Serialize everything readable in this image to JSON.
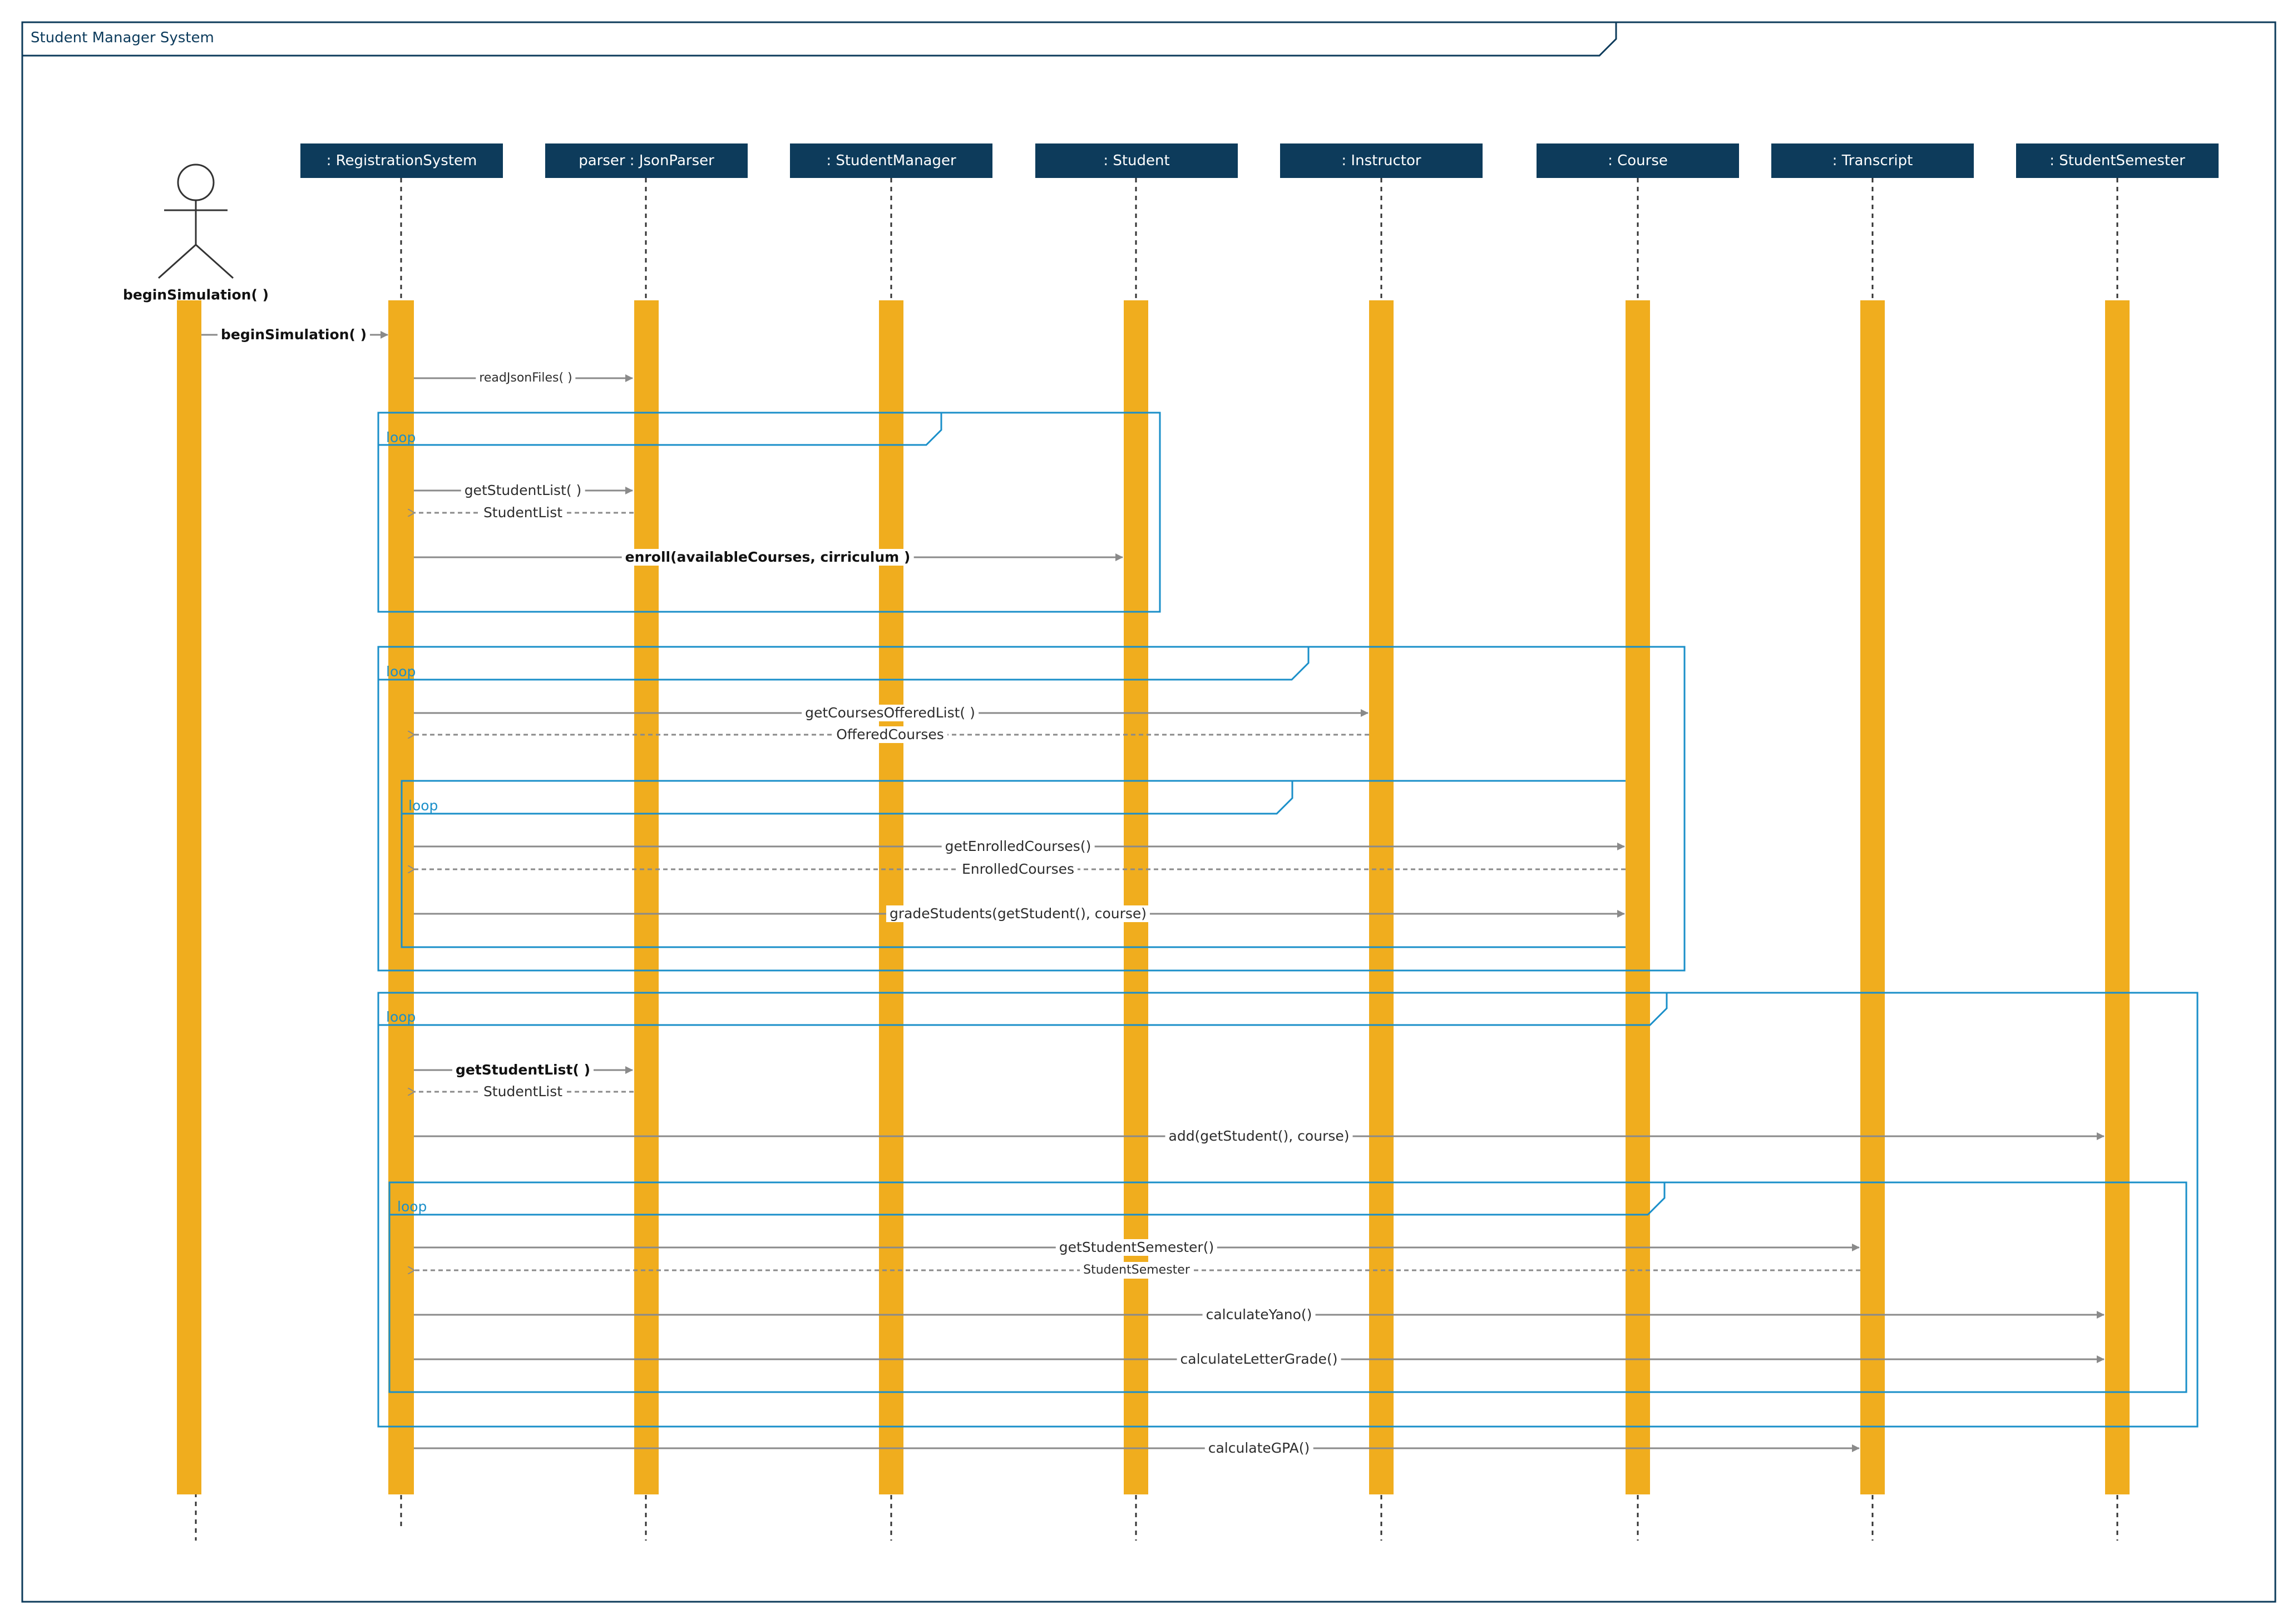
{
  "frame": {
    "title": "Student Manager System"
  },
  "actor": {
    "name": "beginSimulation( )"
  },
  "lifelines": [
    {
      "id": "registration",
      "label": ": RegistrationSystem"
    },
    {
      "id": "parser",
      "label": "parser : JsonParser"
    },
    {
      "id": "student_manager",
      "label": ": StudentManager"
    },
    {
      "id": "student",
      "label": ": Student"
    },
    {
      "id": "instructor",
      "label": ": Instructor"
    },
    {
      "id": "course",
      "label": ": Course"
    },
    {
      "id": "transcript",
      "label": ": Transcript"
    },
    {
      "id": "student_semester",
      "label": ": StudentSemester"
    }
  ],
  "loops": [
    {
      "label": "loop"
    },
    {
      "label": "loop"
    },
    {
      "label": "loop"
    },
    {
      "label": "loop"
    },
    {
      "label": "loop"
    }
  ],
  "messages": [
    {
      "from": "actor",
      "to": "registration",
      "label": "beginSimulation( )",
      "kind": "call"
    },
    {
      "from": "registration",
      "to": "parser",
      "label": "readJsonFiles( )",
      "kind": "call"
    },
    {
      "from": "registration",
      "to": "parser",
      "label": "getStudentList( )",
      "kind": "call"
    },
    {
      "from": "parser",
      "to": "registration",
      "label": "StudentList",
      "kind": "return"
    },
    {
      "from": "registration",
      "to": "student",
      "label": "enroll(availableCourses, cirriculum )",
      "kind": "call"
    },
    {
      "from": "registration",
      "to": "instructor",
      "label": "getCoursesOfferedList( )",
      "kind": "call"
    },
    {
      "from": "instructor",
      "to": "registration",
      "label": "OfferedCourses",
      "kind": "return"
    },
    {
      "from": "registration",
      "to": "course",
      "label": "getEnrolledCourses()",
      "kind": "call"
    },
    {
      "from": "course",
      "to": "registration",
      "label": "EnrolledCourses",
      "kind": "return"
    },
    {
      "from": "registration",
      "to": "course",
      "label": "gradeStudents(getStudent(), course)",
      "kind": "call"
    },
    {
      "from": "registration",
      "to": "parser",
      "label": "getStudentList( )",
      "kind": "call"
    },
    {
      "from": "parser",
      "to": "registration",
      "label": "StudentList",
      "kind": "return"
    },
    {
      "from": "registration",
      "to": "student_semester",
      "label": "add(getStudent(), course)",
      "kind": "call"
    },
    {
      "from": "registration",
      "to": "transcript",
      "label": "getStudentSemester()",
      "kind": "call"
    },
    {
      "from": "transcript",
      "to": "registration",
      "label": "StudentSemester",
      "kind": "return"
    },
    {
      "from": "registration",
      "to": "student_semester",
      "label": "calculateYano()",
      "kind": "call"
    },
    {
      "from": "registration",
      "to": "student_semester",
      "label": "calculateLetterGrade()",
      "kind": "call"
    },
    {
      "from": "registration",
      "to": "transcript",
      "label": "calculateGPA()",
      "kind": "call"
    }
  ],
  "colors": {
    "header": "#0d3b5b",
    "activation": "#f0ad1e",
    "loop": "#1a8fc9",
    "arrow": "#8a8a8a",
    "frame": "#0d3b5b"
  }
}
